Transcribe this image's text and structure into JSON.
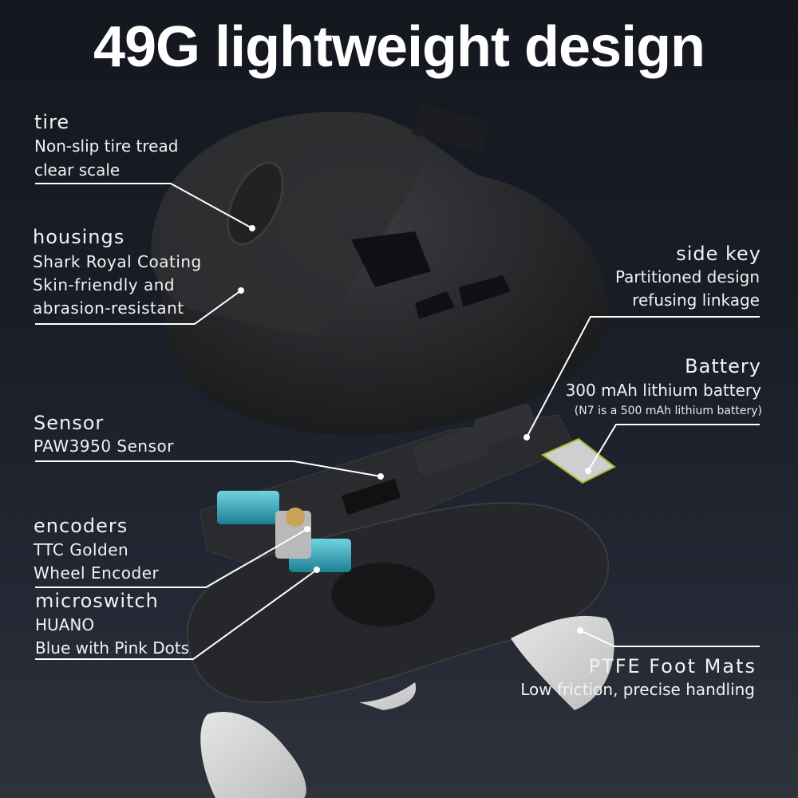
{
  "title": "49G lightweight design",
  "callouts": {
    "tire": {
      "heading": "tire",
      "lines": [
        "Non-slip tire tread",
        "clear scale"
      ]
    },
    "housings": {
      "heading": "housings",
      "lines": [
        "Shark Royal Coating",
        "Skin-friendly and",
        "abrasion-resistant"
      ]
    },
    "side_key": {
      "heading": "side key",
      "lines": [
        "Partitioned design",
        "refusing linkage"
      ]
    },
    "battery": {
      "heading": "Battery",
      "lines": [
        "300 mAh lithium battery",
        "(N7 is a 500 mAh lithium battery)"
      ]
    },
    "sensor": {
      "heading": "Sensor",
      "lines": [
        "PAW3950 Sensor"
      ]
    },
    "encoders": {
      "heading": "encoders",
      "lines": [
        "TTC Golden",
        "Wheel Encoder"
      ]
    },
    "microswitch": {
      "heading": "microswitch",
      "lines": [
        "HUANO",
        "Blue with Pink Dots"
      ]
    },
    "feet": {
      "heading": "PTFE Foot Mats",
      "lines": [
        "Low friction, precise handling"
      ]
    }
  },
  "colors": {
    "background_top": "#14171e",
    "background_bottom": "#2e333b",
    "text": "#ffffff",
    "switch_accent": "#3fb7c9",
    "feet": "#d9d9d9"
  }
}
